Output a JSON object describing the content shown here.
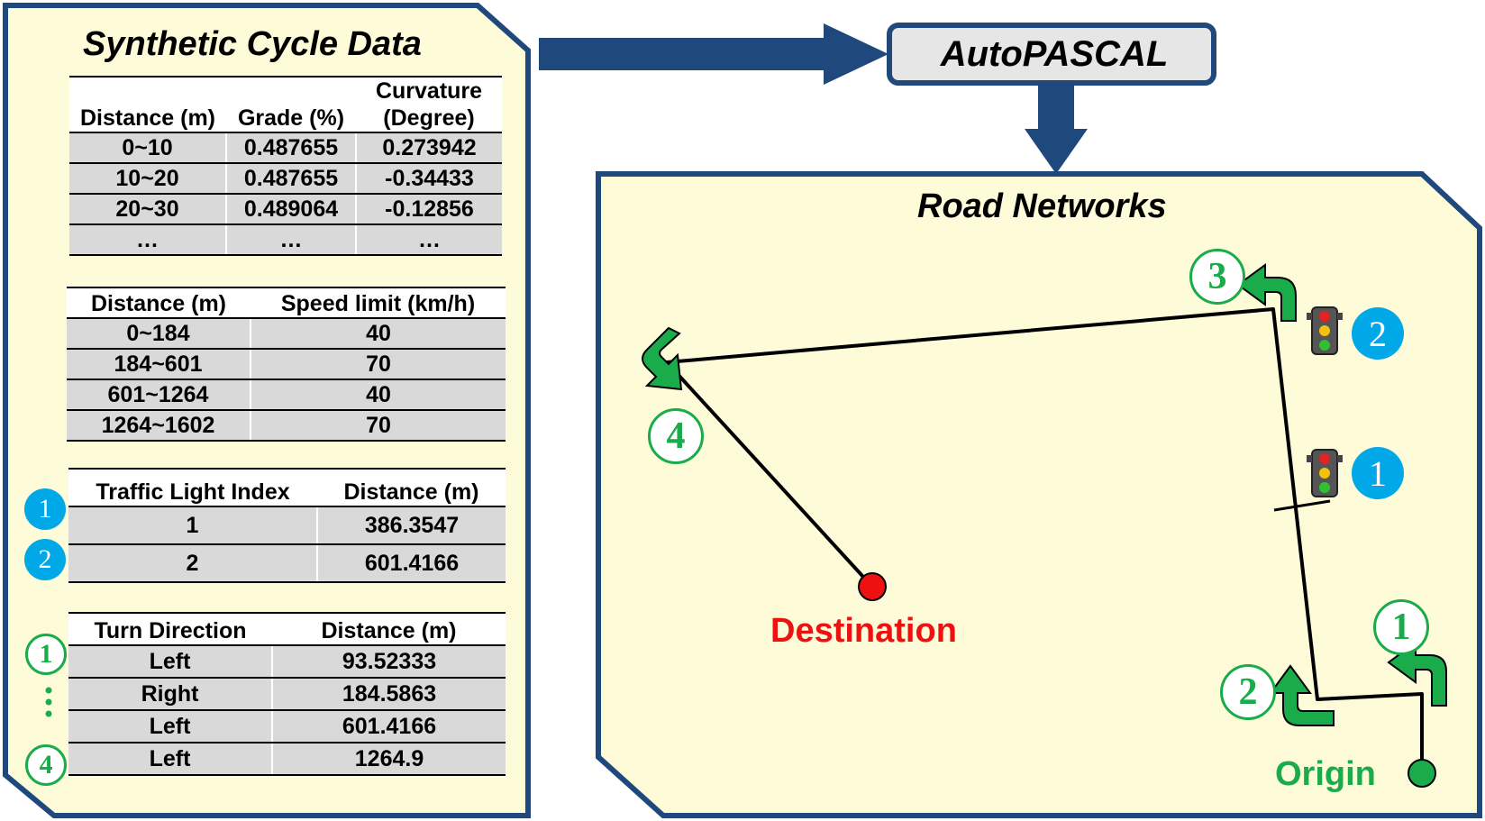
{
  "left_panel": {
    "title": "Synthetic Cycle Data",
    "road_table": {
      "headers": [
        "Distance (m)",
        "Grade (%)",
        "Curvature (Degree)"
      ],
      "header_line1": [
        "",
        "",
        "Curvature"
      ],
      "header_line2": [
        "Distance (m)",
        "Grade (%)",
        "(Degree)"
      ],
      "rows": [
        [
          "0~10",
          "0.487655",
          "0.273942"
        ],
        [
          "10~20",
          "0.487655",
          "-0.34433"
        ],
        [
          "20~30",
          "0.489064",
          "-0.12856"
        ],
        [
          "…",
          "…",
          "…"
        ]
      ]
    },
    "speed_table": {
      "headers": [
        "Distance (m)",
        "Speed limit (km/h)"
      ],
      "rows": [
        [
          "0~184",
          "40"
        ],
        [
          "184~601",
          "70"
        ],
        [
          "601~1264",
          "40"
        ],
        [
          "1264~1602",
          "70"
        ]
      ]
    },
    "light_table": {
      "headers": [
        "Traffic Light Index",
        "Distance (m)"
      ],
      "rows": [
        [
          "1",
          "386.3547"
        ],
        [
          "2",
          "601.4166"
        ]
      ],
      "markers": [
        "1",
        "2"
      ]
    },
    "turn_table": {
      "headers": [
        "Turn Direction",
        "Distance (m)"
      ],
      "rows": [
        [
          "Left",
          "93.52333"
        ],
        [
          "Right",
          "184.5863"
        ],
        [
          "Left",
          "601.4166"
        ],
        [
          "Left",
          "1264.9"
        ]
      ],
      "markers": [
        "1",
        "4"
      ]
    }
  },
  "process": {
    "label": "AutoPASCAL"
  },
  "right_panel": {
    "title": "Road Networks",
    "destination_label": "Destination",
    "origin_label": "Origin",
    "turn_markers": [
      "1",
      "2",
      "3",
      "4"
    ],
    "light_markers": [
      "1",
      "2"
    ]
  },
  "colors": {
    "panel_fill": "#fdfbd8",
    "panel_border": "#1f497d",
    "arrow": "#1f497d",
    "table_row": "#d9d9d9",
    "turn_green": "#1aab4b",
    "light_blue": "#00a8e8",
    "destination_red": "#ee1111",
    "origin_green": "#1aab4b",
    "process_box_fill": "#e6e6e6"
  },
  "icons": [
    "traffic-light-icon",
    "turn-arrow-icon"
  ]
}
